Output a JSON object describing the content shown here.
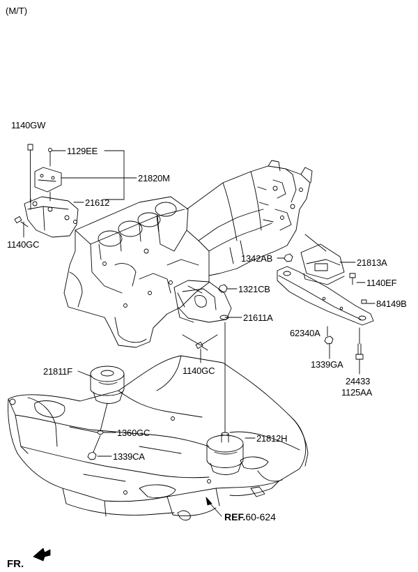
{
  "header": {
    "variant": "(M/T)"
  },
  "footer": {
    "direction": "FR.",
    "ref_prefix": "REF.",
    "ref_code": "60-624"
  },
  "parts": [
    {
      "id": "p1140GW",
      "label": "1140GW"
    },
    {
      "id": "p1129EE",
      "label": "1129EE"
    },
    {
      "id": "p21820M",
      "label": "21820M"
    },
    {
      "id": "p21612",
      "label": "21612"
    },
    {
      "id": "p1140GC_a",
      "label": "1140GC"
    },
    {
      "id": "p1342AB",
      "label": "1342AB"
    },
    {
      "id": "p21813A",
      "label": "21813A"
    },
    {
      "id": "p1140EF",
      "label": "1140EF"
    },
    {
      "id": "p1321CB",
      "label": "1321CB"
    },
    {
      "id": "p84149B",
      "label": "84149B"
    },
    {
      "id": "p21611A",
      "label": "21611A"
    },
    {
      "id": "p62340A",
      "label": "62340A"
    },
    {
      "id": "p1339GA",
      "label": "1339GA"
    },
    {
      "id": "p1140GC_b",
      "label": "1140GC"
    },
    {
      "id": "p21811F",
      "label": "21811F"
    },
    {
      "id": "p24433",
      "label": "24433"
    },
    {
      "id": "p1125AA",
      "label": "1125AA"
    },
    {
      "id": "p1360GC",
      "label": "1360GC"
    },
    {
      "id": "p21812H",
      "label": "21812H"
    },
    {
      "id": "p1339CA",
      "label": "1339CA"
    }
  ],
  "colors": {
    "line": "#000000",
    "background": "#ffffff"
  }
}
